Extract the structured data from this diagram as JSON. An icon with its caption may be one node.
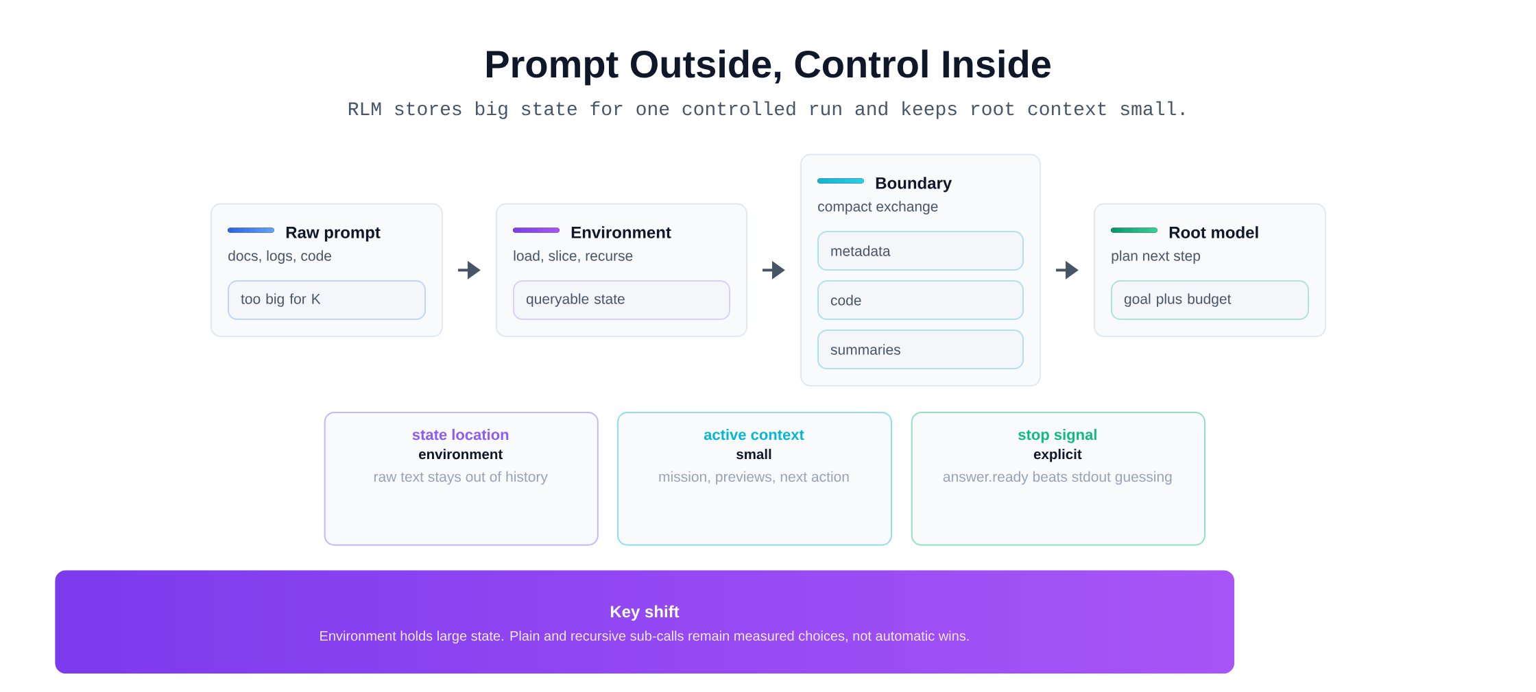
{
  "diagram": {
    "title": "Prompt Outside, Control Inside",
    "nodes": [
      {
        "text": [
          "Raw prompt",
          "docs, logs, code"
        ]
      },
      {
        "text": [
          "too big for K"
        ],
        "in": 0
      },
      {
        "text": [
          "Environment",
          "load, slice, recurse"
        ]
      },
      {
        "text": [
          "queryable state"
        ],
        "in": 2
      },
      {
        "text": [
          "Boundary",
          "compact exchange"
        ]
      },
      {
        "text": [
          "metadata"
        ],
        "in": 4
      },
      {
        "text": [
          "code"
        ],
        "in": 4
      },
      {
        "text": [
          "summaries"
        ],
        "in": 4
      },
      {
        "text": [
          "Root model",
          "plan next step"
        ]
      },
      {
        "text": [
          "goal plus budget"
        ],
        "in": 8
      },
      {
        "text": [
          "state location",
          "environment",
          "raw text stays out of history"
        ]
      },
      {
        "text": [
          "active context",
          "small",
          "mission, previews, next action"
        ]
      },
      {
        "text": [
          "stop signal",
          "explicit",
          "answer.ready beats stdout guessing"
        ]
      },
      {
        "text": [
          "Key shift",
          "Environment holds large state. Plain and recursive sub-calls remain measured choices, not automatic wins."
        ]
      }
    ],
    "edges": [
      {
        "from": 0,
        "to": 2,
        "arrow": "to"
      },
      {
        "from": 2,
        "to": 4,
        "arrow": "to"
      },
      {
        "from": 4,
        "to": 8,
        "arrow": "to"
      }
    ],
    "labels": [
      "RLM stores big state for one controlled run and keeps root context small."
    ]
  }
}
